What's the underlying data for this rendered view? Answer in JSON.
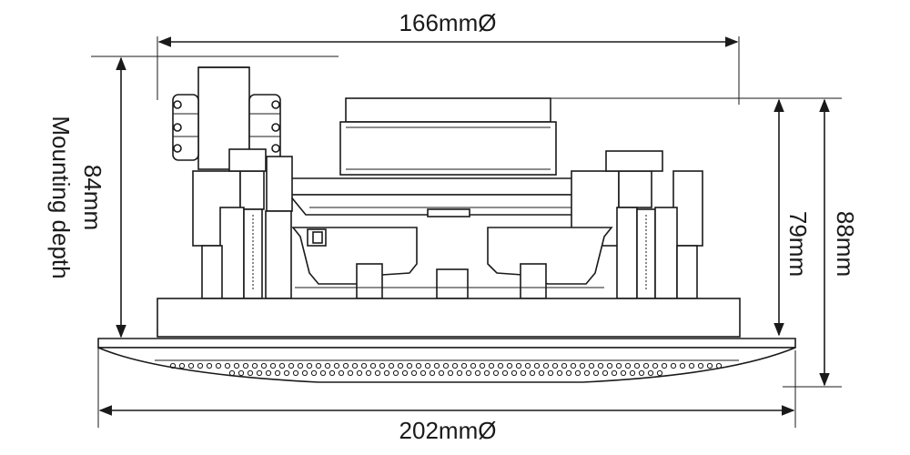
{
  "dimensions": {
    "top_diameter": "166mmØ",
    "bottom_diameter": "202mmØ",
    "depth_value": "84mm",
    "depth_caption": "Mounting depth",
    "inner_height": "79mm",
    "total_height": "88mm"
  },
  "colors": {
    "line": "#1a1a1a",
    "background": "#ffffff"
  }
}
